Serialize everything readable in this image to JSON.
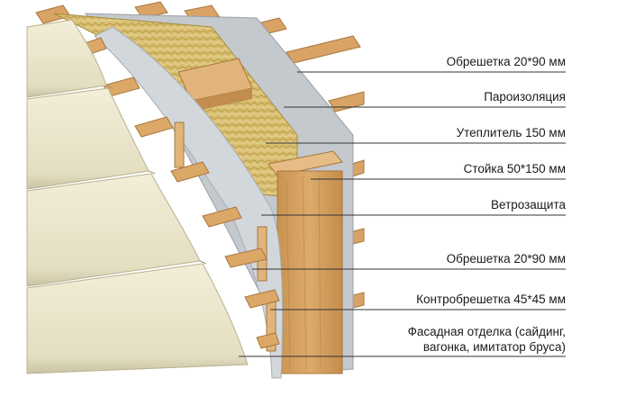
{
  "labels": {
    "lath_outer": "Обрешетка 20*90 мм",
    "vapor_barrier": "Пароизоляция",
    "insulation": "Утеплитель 150 мм",
    "stud": "Стойка 50*150 мм",
    "wind_barrier": "Ветрозащита",
    "lath_inner": "Обрешетка 20*90 мм",
    "counter_lath": "Контробрешетка 45*45 мм",
    "facade_line1": "Фасадная отделка (сайдинг,",
    "facade_line2": "вагонка, имитатор бруса)"
  },
  "colors": {
    "siding": "#ebe6cc",
    "siding_shadow": "#c9c3a3",
    "membrane": "#c8cdd2",
    "wood": "#d4a062",
    "wood_dark": "#b7853f",
    "wool": "#d9c278",
    "leader": "#333333"
  }
}
